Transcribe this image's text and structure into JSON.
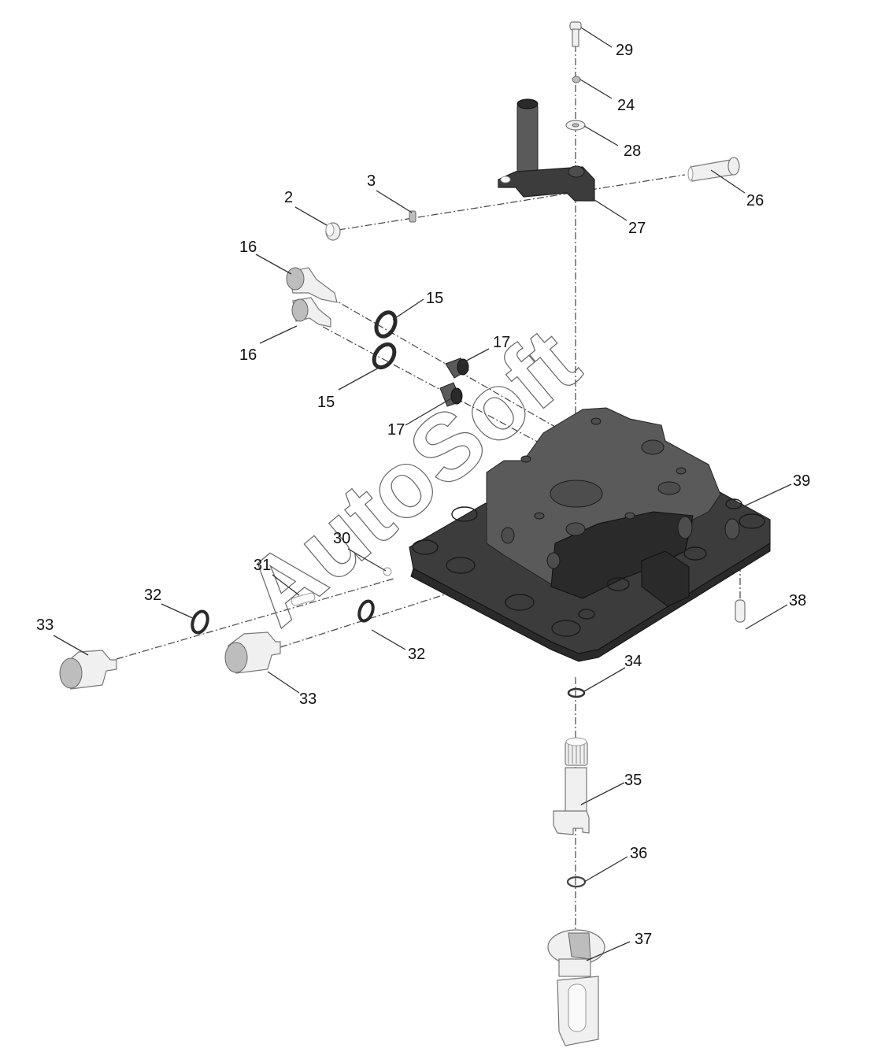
{
  "diagram": {
    "title": "Exploded view - hydraulic valve cover assembly",
    "watermark": "AutoSoft",
    "callouts": [
      {
        "id": "c29",
        "label": "29",
        "part": "screw"
      },
      {
        "id": "c24",
        "label": "24",
        "part": "nut"
      },
      {
        "id": "c28",
        "label": "28",
        "part": "washer"
      },
      {
        "id": "c26",
        "label": "26",
        "part": "pin"
      },
      {
        "id": "c27",
        "label": "27",
        "part": "lever bracket"
      },
      {
        "id": "c2",
        "label": "2",
        "part": "cap"
      },
      {
        "id": "c3",
        "label": "3",
        "part": "clip"
      },
      {
        "id": "c16a",
        "label": "16",
        "part": "valve plug"
      },
      {
        "id": "c16b",
        "label": "16",
        "part": "valve plug"
      },
      {
        "id": "c15a",
        "label": "15",
        "part": "seal ring"
      },
      {
        "id": "c15b",
        "label": "15",
        "part": "seal ring"
      },
      {
        "id": "c17a",
        "label": "17",
        "part": "sleeve"
      },
      {
        "id": "c17b",
        "label": "17",
        "part": "sleeve"
      },
      {
        "id": "c39",
        "label": "39",
        "part": "housing cover"
      },
      {
        "id": "c30",
        "label": "30",
        "part": "ball"
      },
      {
        "id": "c31",
        "label": "31",
        "part": "pin"
      },
      {
        "id": "c32a",
        "label": "32",
        "part": "seal ring"
      },
      {
        "id": "c32b",
        "label": "32",
        "part": "seal ring"
      },
      {
        "id": "c33a",
        "label": "33",
        "part": "plug"
      },
      {
        "id": "c33b",
        "label": "33",
        "part": "plug"
      },
      {
        "id": "c38",
        "label": "38",
        "part": "dowel pin"
      },
      {
        "id": "c34",
        "label": "34",
        "part": "circlip"
      },
      {
        "id": "c35",
        "label": "35",
        "part": "shaft"
      },
      {
        "id": "c36",
        "label": "36",
        "part": "o-ring"
      },
      {
        "id": "c37",
        "label": "37",
        "part": "coupling"
      }
    ]
  }
}
